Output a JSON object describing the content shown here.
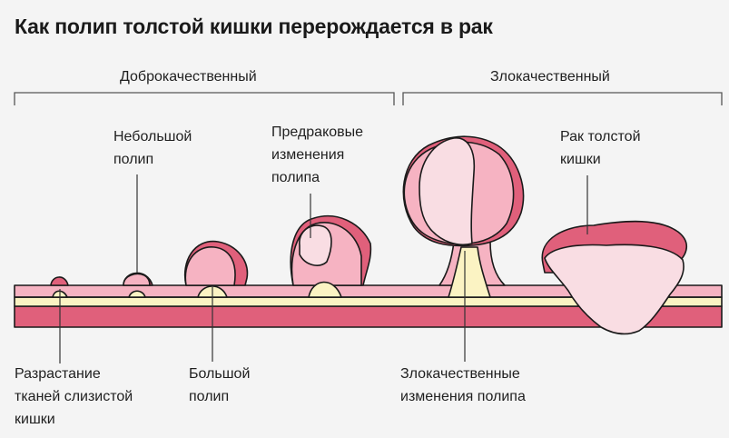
{
  "title": "Как полип толстой кишки перерождается в рак",
  "groups": {
    "benign": "Доброкачественный",
    "malignant": "Злокачественный"
  },
  "labels": {
    "small_polyp": "Небольшой\nполип",
    "precancerous": "Предраковые\nизменения\nполипа",
    "colon_cancer": "Рак толстой\nкишки",
    "mucosa_growth": "Разрастание\nтканей слизистой\nкишки",
    "large_polyp": "Большой\nполип",
    "malignant_changes": "Злокачественные\nизменения полипа"
  },
  "colors": {
    "pink_light": "#f6b3c2",
    "pink_dark": "#e0607b",
    "pale": "#f9dde3",
    "yellow": "#fbf3c3",
    "outline": "#1a1a1a"
  }
}
